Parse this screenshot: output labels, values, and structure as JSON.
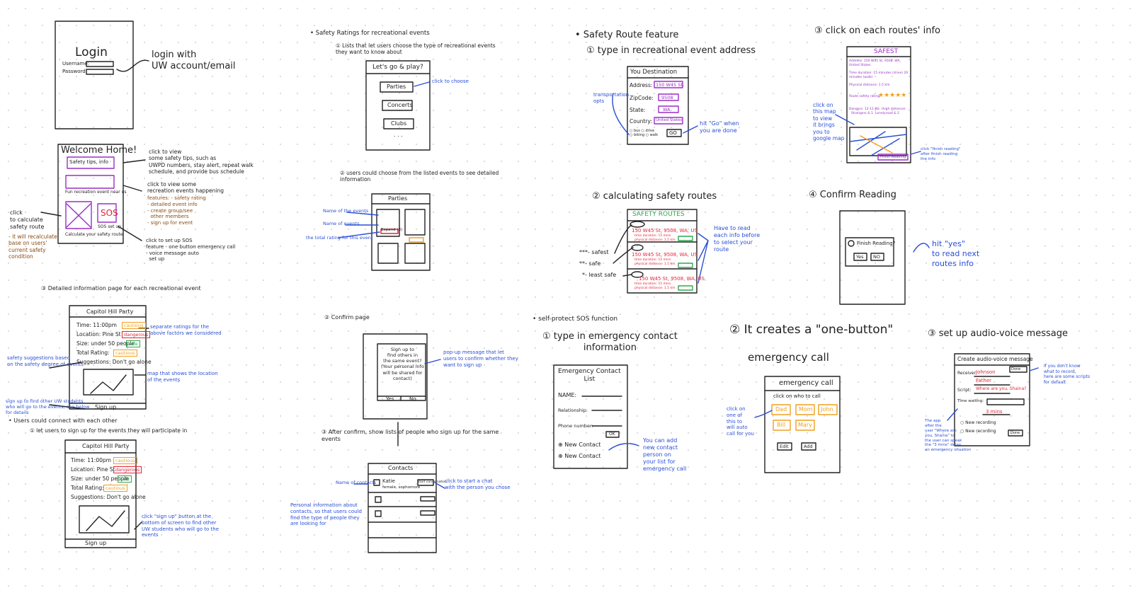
{
  "col1": {
    "login_title": "Login",
    "username_label": "Username:",
    "password_label": "Password:",
    "login_note": "login with\nUW account/email",
    "welcome_title": "Welcome Home!",
    "safety_tips_box": "Safety tips, info",
    "fun_events_caption": "Fun recreation event near us",
    "sos_label": "SOS",
    "sos_setup": "SOS set up",
    "calculate_route_caption": "Calculate your safety route",
    "note_tips": "click to view\nsome safety tips, such as\nUWPD numbers, stay alert, repeat walk\nschedule, and provide bus schedule",
    "note_events": "click to view some\nrecreation events happening",
    "note_features": "features: - safety rating\n- detailed event info\n- create group/see\n  other members\n- sign up for event",
    "note_route": "click\nto calculate\nsafety route",
    "note_route_brown": "- it will recalculate\nbase on users'\ncurrent safety\ncondition",
    "note_sos": "click to set up SOS\nfeature - one button emergency call\n- voice message auto\n  set up",
    "step3_title": "③ Detailed information page for each recreational event",
    "event_title": "Capitol Hill Party",
    "time": "Time: 11:00pm",
    "location": "Location: Pine St",
    "size": "Size: under 50 people",
    "rating": "Total Rating:",
    "suggestions": "Suggestions: Don't go alone",
    "tag_cautious": "cautious",
    "tag_dangerous": "dangerous",
    "tag_safe": "safe",
    "signup": "Sign up",
    "note_ratings": "separate ratings for the\nabove factors we considered",
    "note_suggest": "safety suggestions based\non the safety degree of events",
    "note_map": "map that shows the location\nof the events",
    "note_signup": "sign up to find other UW students\nwho will go to the events, see below\nfor details",
    "users_connect": "• Users could connect with each other",
    "step1_connect": "① let users to sign up for the events they will participate in",
    "note_signup2": "click \"sign up\" button at the\nbottom of screen to find other\nUW students who will go to the\nevents"
  },
  "col2": {
    "safety_ratings_title": "• Safety Ratings for recreational events",
    "step1_lists": "① Lists that let users choose the type of recreational events\nthey want to know about",
    "lets_go": "Let's go & play?",
    "parties": "Parties",
    "concerts": "Concerts",
    "clubs": "Clubs",
    "more": ". . .",
    "click_choose": "click to choose",
    "step2_choose": "② users could choose from the listed events to see detailed\ninformation",
    "parties_header": "Parties",
    "expand_label": "Expand (3)",
    "note_names": "Name of the events",
    "note_events_count": "Name of events",
    "note_rating": "the total rating for this event",
    "confirm_title": "② Confirm page",
    "confirm_text": "Sign up to\nfind others in\nthe same event?\n(Your personal info\nwill be shared for\ncontact)",
    "yes": "Yes",
    "no": "No",
    "note_popup": "pop-up message that let\nusers to confirm whether they\nwant to sign up",
    "step3_after": "③ After confirm, show lists of people who sign up for the same\nevents",
    "contacts": "Contacts",
    "contact_name": "Katie",
    "contact_info": "female, sophomore",
    "start_chat": "start conversation",
    "note_contacts_name": "Name of contacts",
    "note_chat": "click to start a chat\nwith the person you chose",
    "note_personal": "Personal information about\ncontacts, so that users could\nfind the type of people they\nare looking for"
  },
  "col3": {
    "safety_route_title": "• Safety Route feature",
    "step1_type": "① type in recreational event address",
    "destination_header": "You Destination",
    "address_label": "Address:",
    "address_val": "150 W45 St.",
    "zip_label": "ZipCode:",
    "zip_val": "9508",
    "state_label": "State:",
    "state_val": "WA",
    "country_label": "Country:",
    "country_val": "United States",
    "transport_opts": "○ bus ○ drive\n○ biking ○ walk",
    "go": "GO",
    "note_transport": "transportation\nopts",
    "note_go": "hit \"Go\" when\nyou are done",
    "step2_calc": "② calculating safety routes",
    "safety_routes_header": "SAFETY ROUTES",
    "route1": "150 W45 St, 9508, WA, US",
    "route2": "150 W45 St, 9508, WA, US",
    "route3": "150 W45 St, 9508, WA, US",
    "route_detail": "time duration: 15 mins\nphysical distance: 1.5 km",
    "legend_safest": "***- safest",
    "legend_safe": "**- safe",
    "legend_least": "*- least safe",
    "note_tap": "Have to read\neach info before\nto select your\nroute",
    "sos_title": "• self-protect SOS function",
    "step1_emergency": "① type in emergency contact\ninformation",
    "emergency_list": "Emergency Contact\nList",
    "name_label": "NAME:",
    "relationship_label": "Relationship:",
    "phone_label": "Phone number:",
    "ok": "OK",
    "new_contact1": "⊕ New Contact",
    "new_contact2": "⊕ New Contact",
    "note_add_contact": "You can add\nnew contact\nperson on\nyour list for\nemergency call"
  },
  "col4": {
    "step3_click": "③ click on each routes' info",
    "safest_label": "SAFEST",
    "address_line": "Address: 150 W45 St, 9508, WA, United States",
    "time_line": "Time duration: 15 minutes (drive) 20 minutes (walk)",
    "distance_line": "Physical distance: 1.5 km",
    "rating_line": "Route safety rating:",
    "stars": "★★★★★",
    "dangers_line": "Dangers: 12-11-8&  (high distance)\n  Strangers & 1  Lonelyroad & 2",
    "finish_reading_btn": "Finish Reading",
    "note_map_click": "click on\nthis map\nto view\nit brings\nyou to\ngoogle map",
    "note_finish": "click \"finish reading\"\nafter finish reading\nthe info",
    "step4_confirm": "④ Confirm Reading",
    "finish_reading_q": "Finish Reading?",
    "yes": "Yes",
    "no": "NO",
    "note_hit_yes": "hit \"yes\"\nto read next\nroutes info",
    "step2_onebutton": "② It creates a \"one-button\"",
    "emergency_call_word": "emergency call",
    "emergency_call_header": "emergency call",
    "click_who": "click on who to call",
    "dad": "Dad",
    "mom": "Mom",
    "john": "John",
    "bill": "Bill",
    "mary": "Mary",
    "edit": "Edit",
    "add": "Add",
    "note_click_one": "click on\none of\nthis to\nwill auto\ncall for you",
    "step3_audio": "③ set up audio-voice message",
    "create_audio_header": "Create audio-voice message",
    "receiver_label": "Receiver:",
    "receiver_val": "Johnson",
    "role_val": "Father",
    "script_label": "Script:",
    "script_val": "Where are you, Shaina?",
    "time_label": "Time waiting:",
    "time_val": "3 mins",
    "new_recording": "○ New recording",
    "new_recording2": "○ New recording",
    "done_btn": "Done",
    "note_script": "if you don't know\nwhat to record,\nhere are some scripts\nfor default",
    "note_set_up": "The app\nafter the\nuser \"Where are\nyou, Shaina\" to\nthe user can speak\nthe \"3 mins\" delay\nan emergency situation"
  },
  "colors": {
    "ink": "#222222",
    "blue_note": "#2a4fd6",
    "purple": "#9b2fc9",
    "red": "#e0263b",
    "orange": "#f0a020",
    "green": "#2fa84f",
    "brown": "#8a4b12"
  }
}
